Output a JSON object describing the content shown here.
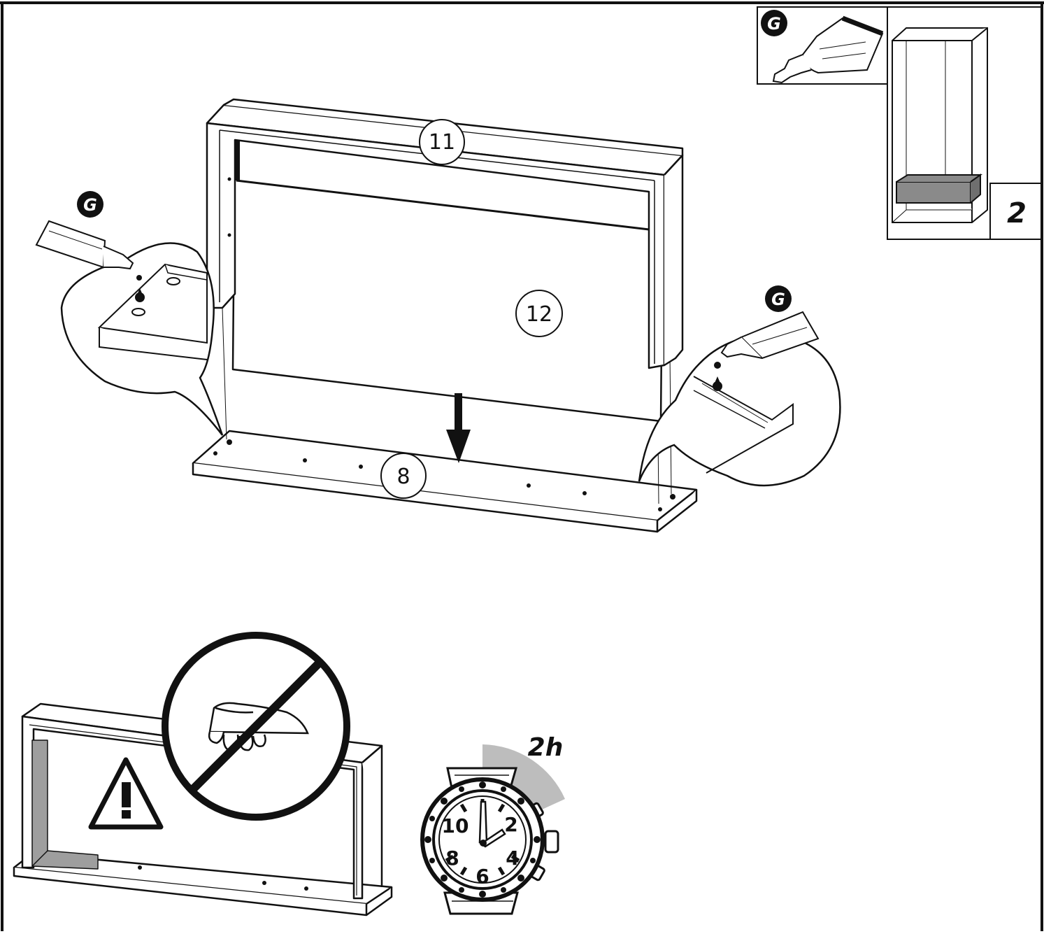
{
  "step": {
    "number": "2"
  },
  "hardware": {
    "glue_label": "G"
  },
  "parts": {
    "top": "11",
    "back_panel": "12",
    "bottom": "8"
  },
  "drying": {
    "time": "2h"
  },
  "watch": {
    "dial": [
      "10",
      "2",
      "4",
      "6",
      "8"
    ]
  },
  "colors": {
    "ink": "#111111",
    "paper": "#ffffff",
    "shade": "#bdbdbd",
    "drawer": "#8a8a8a"
  }
}
